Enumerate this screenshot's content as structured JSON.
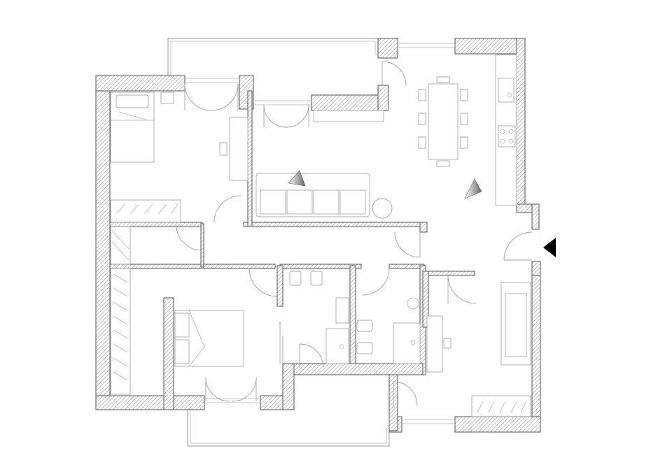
{
  "plan": {
    "walls": [
      "exterior-west-bedroom",
      "exterior-north-bedroom",
      "exterior-north-living",
      "exterior-east-kitchen",
      "exterior-east-bedroom",
      "exterior-south-bedroom",
      "exterior-south-master"
    ],
    "rooms": [
      "bedroom-north-west",
      "living-room",
      "kitchen-dining",
      "hallway",
      "master-bedroom",
      "bathroom-1",
      "bathroom-2",
      "bedroom-south-east",
      "terrace-north",
      "balcony-south"
    ],
    "entrance": "entrance-arrow",
    "north_marks": 2,
    "colors": {
      "wall_hatch": "#9a9a9a",
      "wall_outline": "#555555",
      "furniture": "#a8a8a8",
      "entrance_arrow": "#000000"
    }
  }
}
